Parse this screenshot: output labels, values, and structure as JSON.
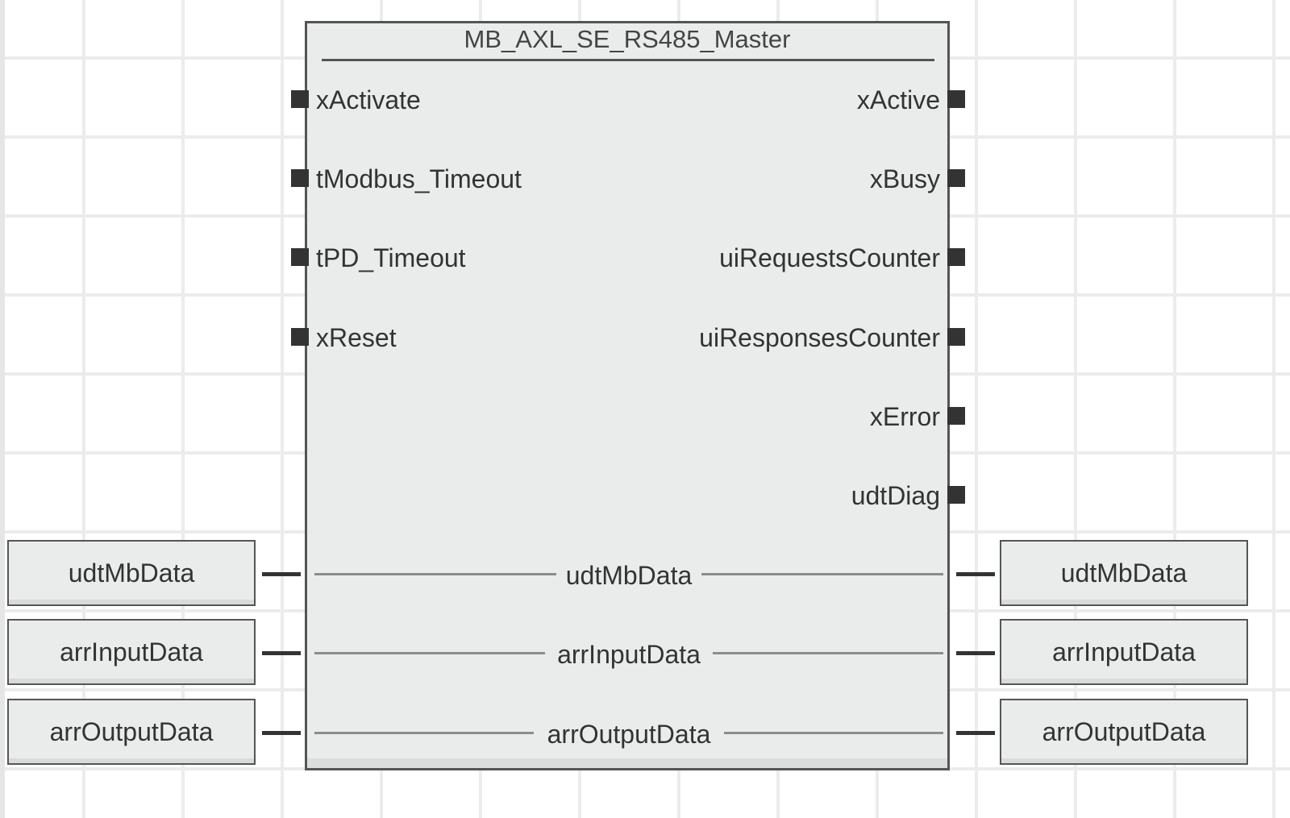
{
  "block": {
    "title": "MB_AXL_SE_RS485_Master",
    "inputs": [
      "xActivate",
      "tModbus_Timeout",
      "tPD_Timeout",
      "xReset"
    ],
    "outputs": [
      "xActive",
      "xBusy",
      "uiRequestsCounter",
      "uiResponsesCounter",
      "xError",
      "udtDiag"
    ],
    "inouts": [
      "udtMbData",
      "arrInputData",
      "arrOutputData"
    ]
  },
  "left_vars": [
    "udtMbData",
    "arrInputData",
    "arrOutputData"
  ],
  "right_vars": [
    "udtMbData",
    "arrInputData",
    "arrOutputData"
  ]
}
